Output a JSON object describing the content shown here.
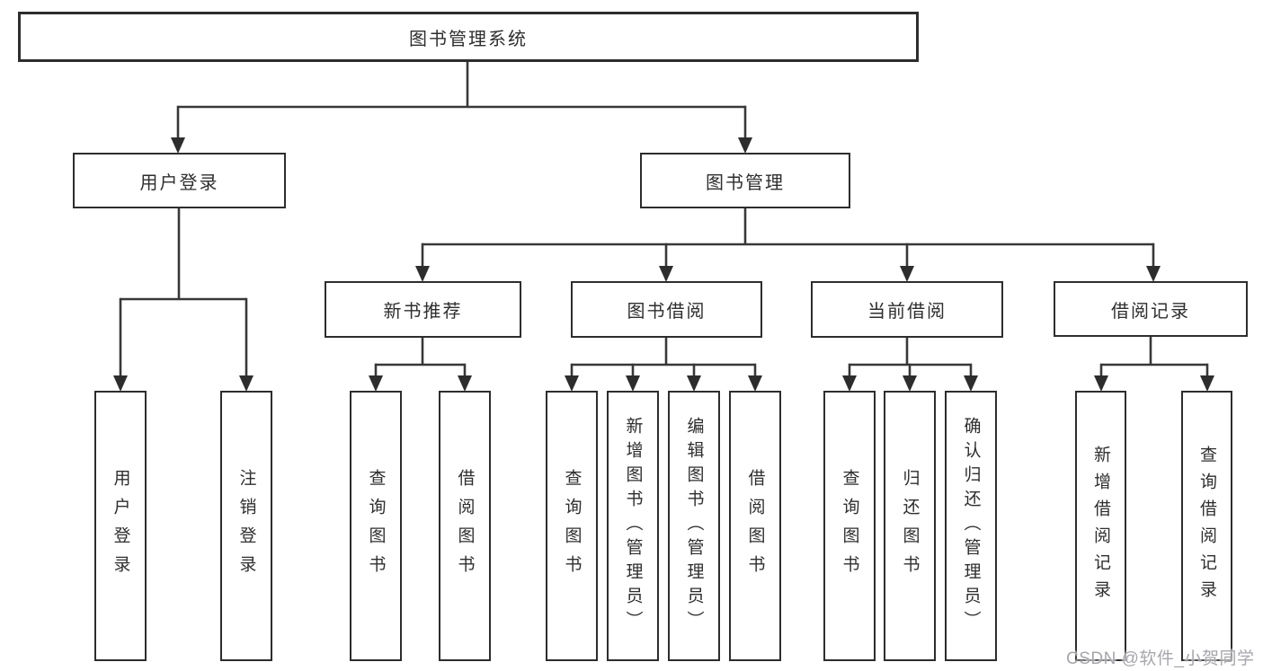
{
  "diagram": {
    "title_node": {
      "label": "图书管理系统"
    },
    "level2": [
      {
        "label": "用户登录"
      },
      {
        "label": "图书管理"
      }
    ],
    "level3": [
      {
        "label": "新书推荐"
      },
      {
        "label": "图书借阅"
      },
      {
        "label": "当前借阅"
      },
      {
        "label": "借阅记录"
      }
    ],
    "leaves": {
      "user_login": [
        {
          "label": "用户登录"
        },
        {
          "label": "注销登录"
        }
      ],
      "new_book": [
        {
          "label": "查询图书"
        },
        {
          "label": "借阅图书"
        }
      ],
      "book_borrow": [
        {
          "label": "查询图书"
        },
        {
          "label": "新增图书（管理员）"
        },
        {
          "label": "编辑图书（管理员）"
        },
        {
          "label": "借阅图书"
        }
      ],
      "current_borrow": [
        {
          "label": "查询图书"
        },
        {
          "label": "归还图书"
        },
        {
          "label": "确认归还（管理员）"
        }
      ],
      "borrow_record": [
        {
          "label": "新增借阅记录"
        },
        {
          "label": "查询借阅记录"
        }
      ]
    },
    "colors": {
      "line": "#383838",
      "box_border": "#2d2d2d",
      "text": "#2e2e2e",
      "background": "#ffffff",
      "watermark": "#a6a6ac"
    }
  },
  "watermark": {
    "text": "CSDN @软件_小贺同学"
  }
}
